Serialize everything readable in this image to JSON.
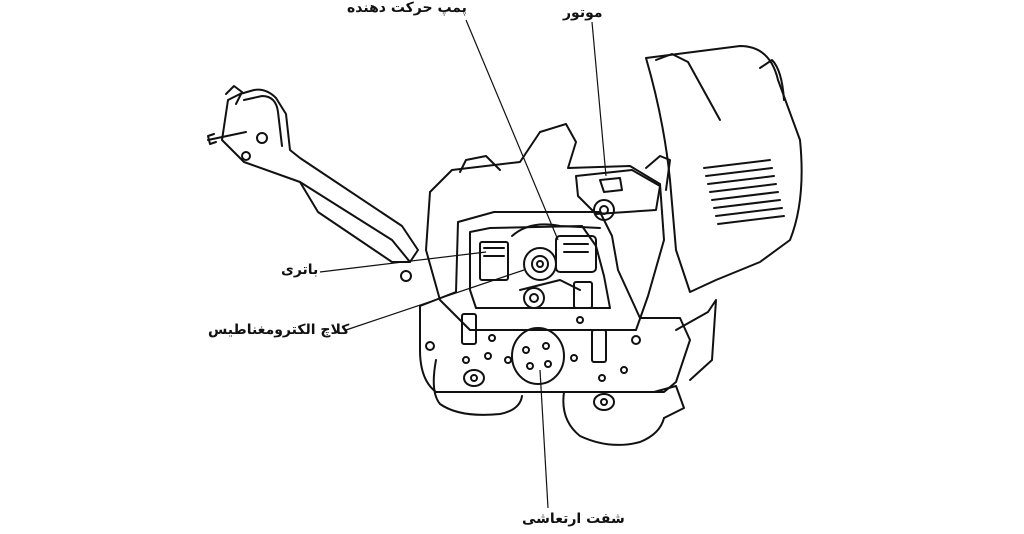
{
  "labels": {
    "pump": "پمپ حرکت دهنده",
    "motor": "موتور",
    "battery": "باتری",
    "clutch": "کلاچ الکترومغناطیس",
    "shaft": "شفت ارتعاشی"
  }
}
